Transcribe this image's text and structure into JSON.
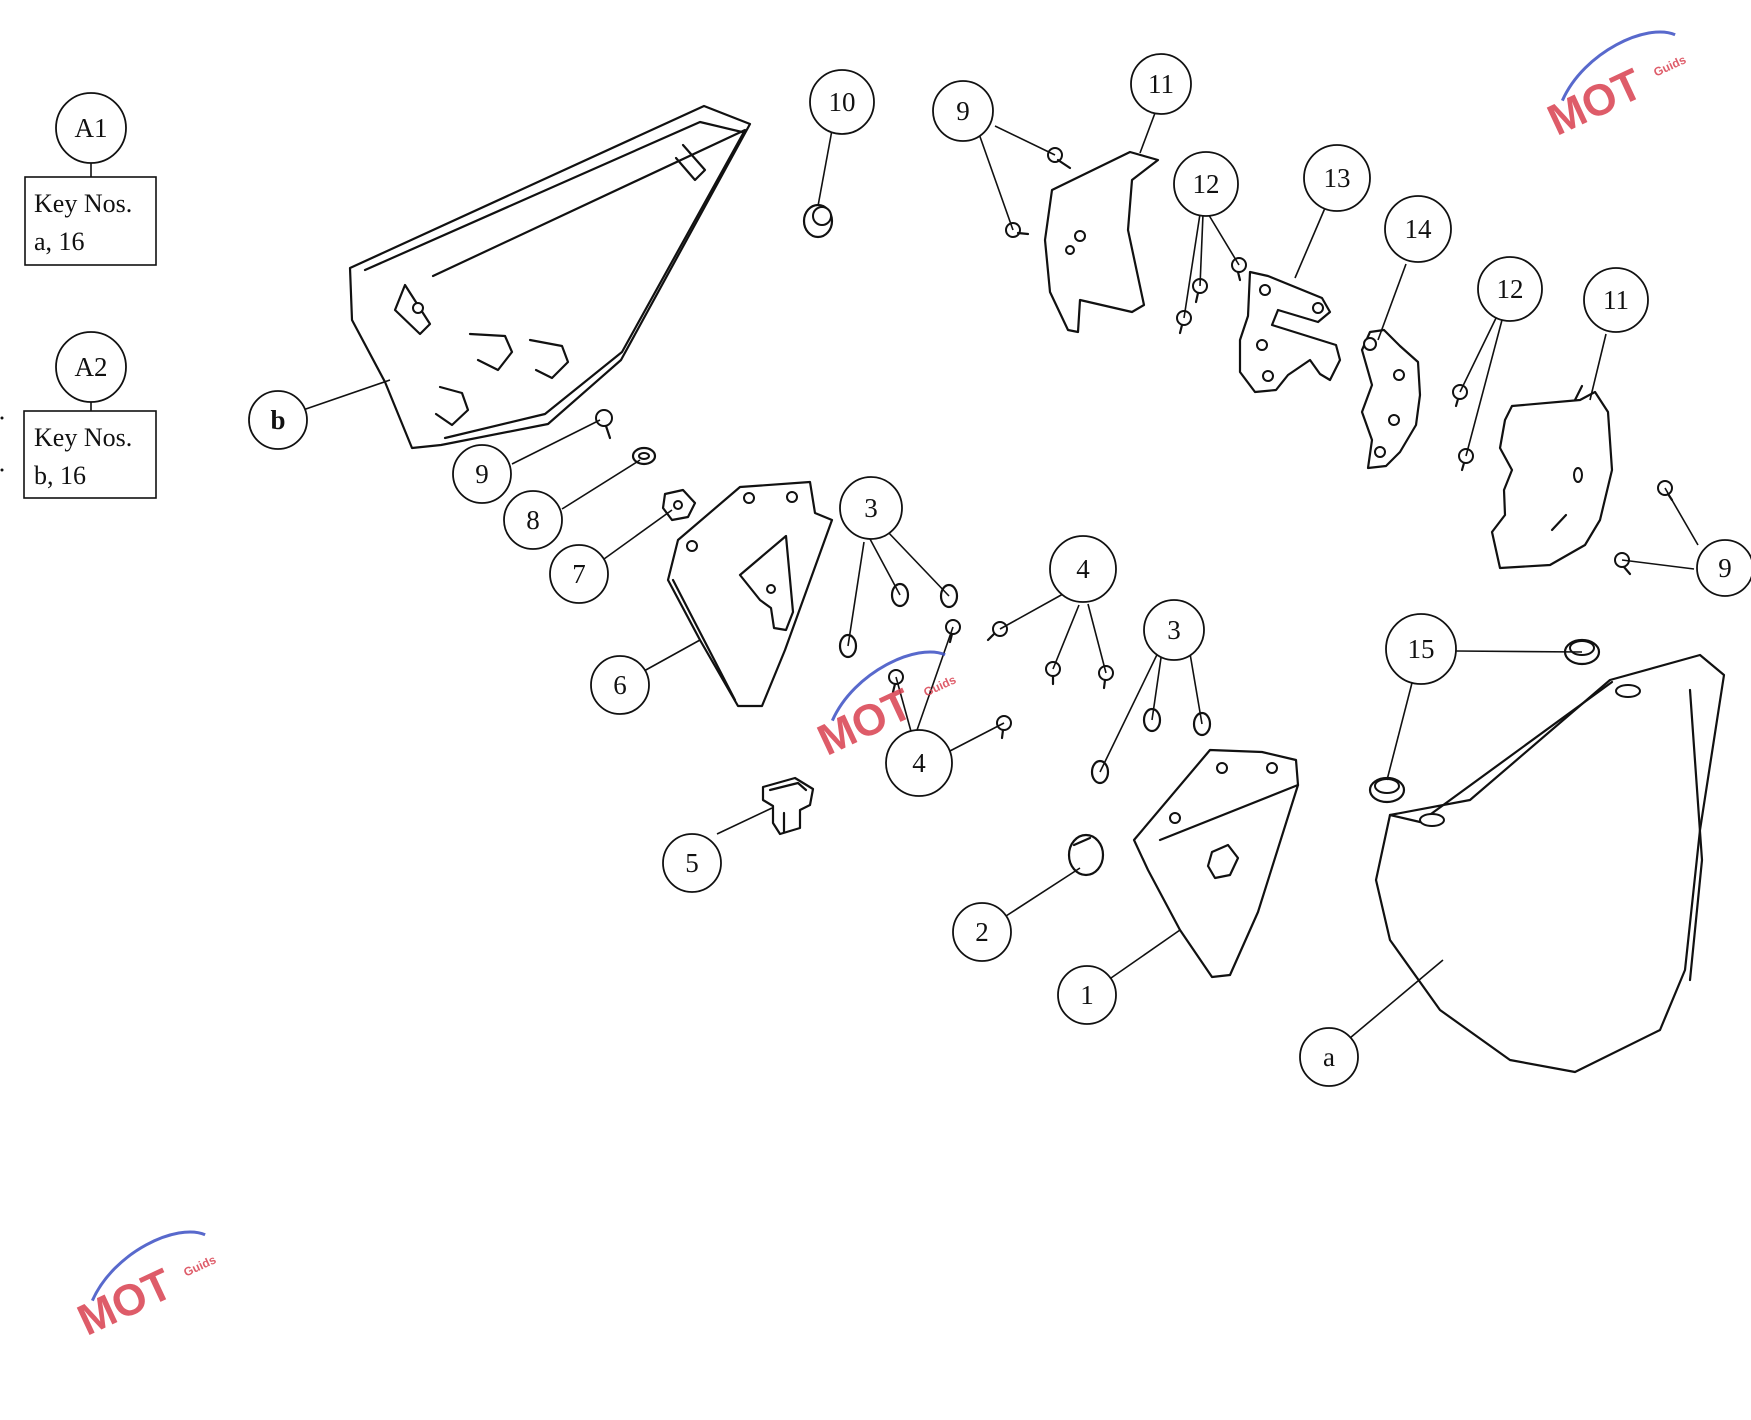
{
  "variants": [
    {
      "label": "A1",
      "key_title": "Key Nos.",
      "key_items": "a, 16"
    },
    {
      "label": "A2",
      "key_title": "Key Nos.",
      "key_items": "b, 16"
    }
  ],
  "callouts": {
    "c1": "1",
    "c2": "2",
    "c3a": "3",
    "c3b": "3",
    "c4a": "4",
    "c4b": "4",
    "c5": "5",
    "c6": "6",
    "c7": "7",
    "c8": "8",
    "c9a": "9",
    "c9b": "9",
    "c9c": "9",
    "c10": "10",
    "c11a": "11",
    "c11b": "11",
    "c12a": "12",
    "c12b": "12",
    "c13": "13",
    "c14": "14",
    "c15": "15",
    "ca": "a",
    "cb": "b"
  },
  "watermark": {
    "text": "MOT",
    "subtext": "Guids",
    "color": "#d94050",
    "accent": "#3b4fc4"
  }
}
